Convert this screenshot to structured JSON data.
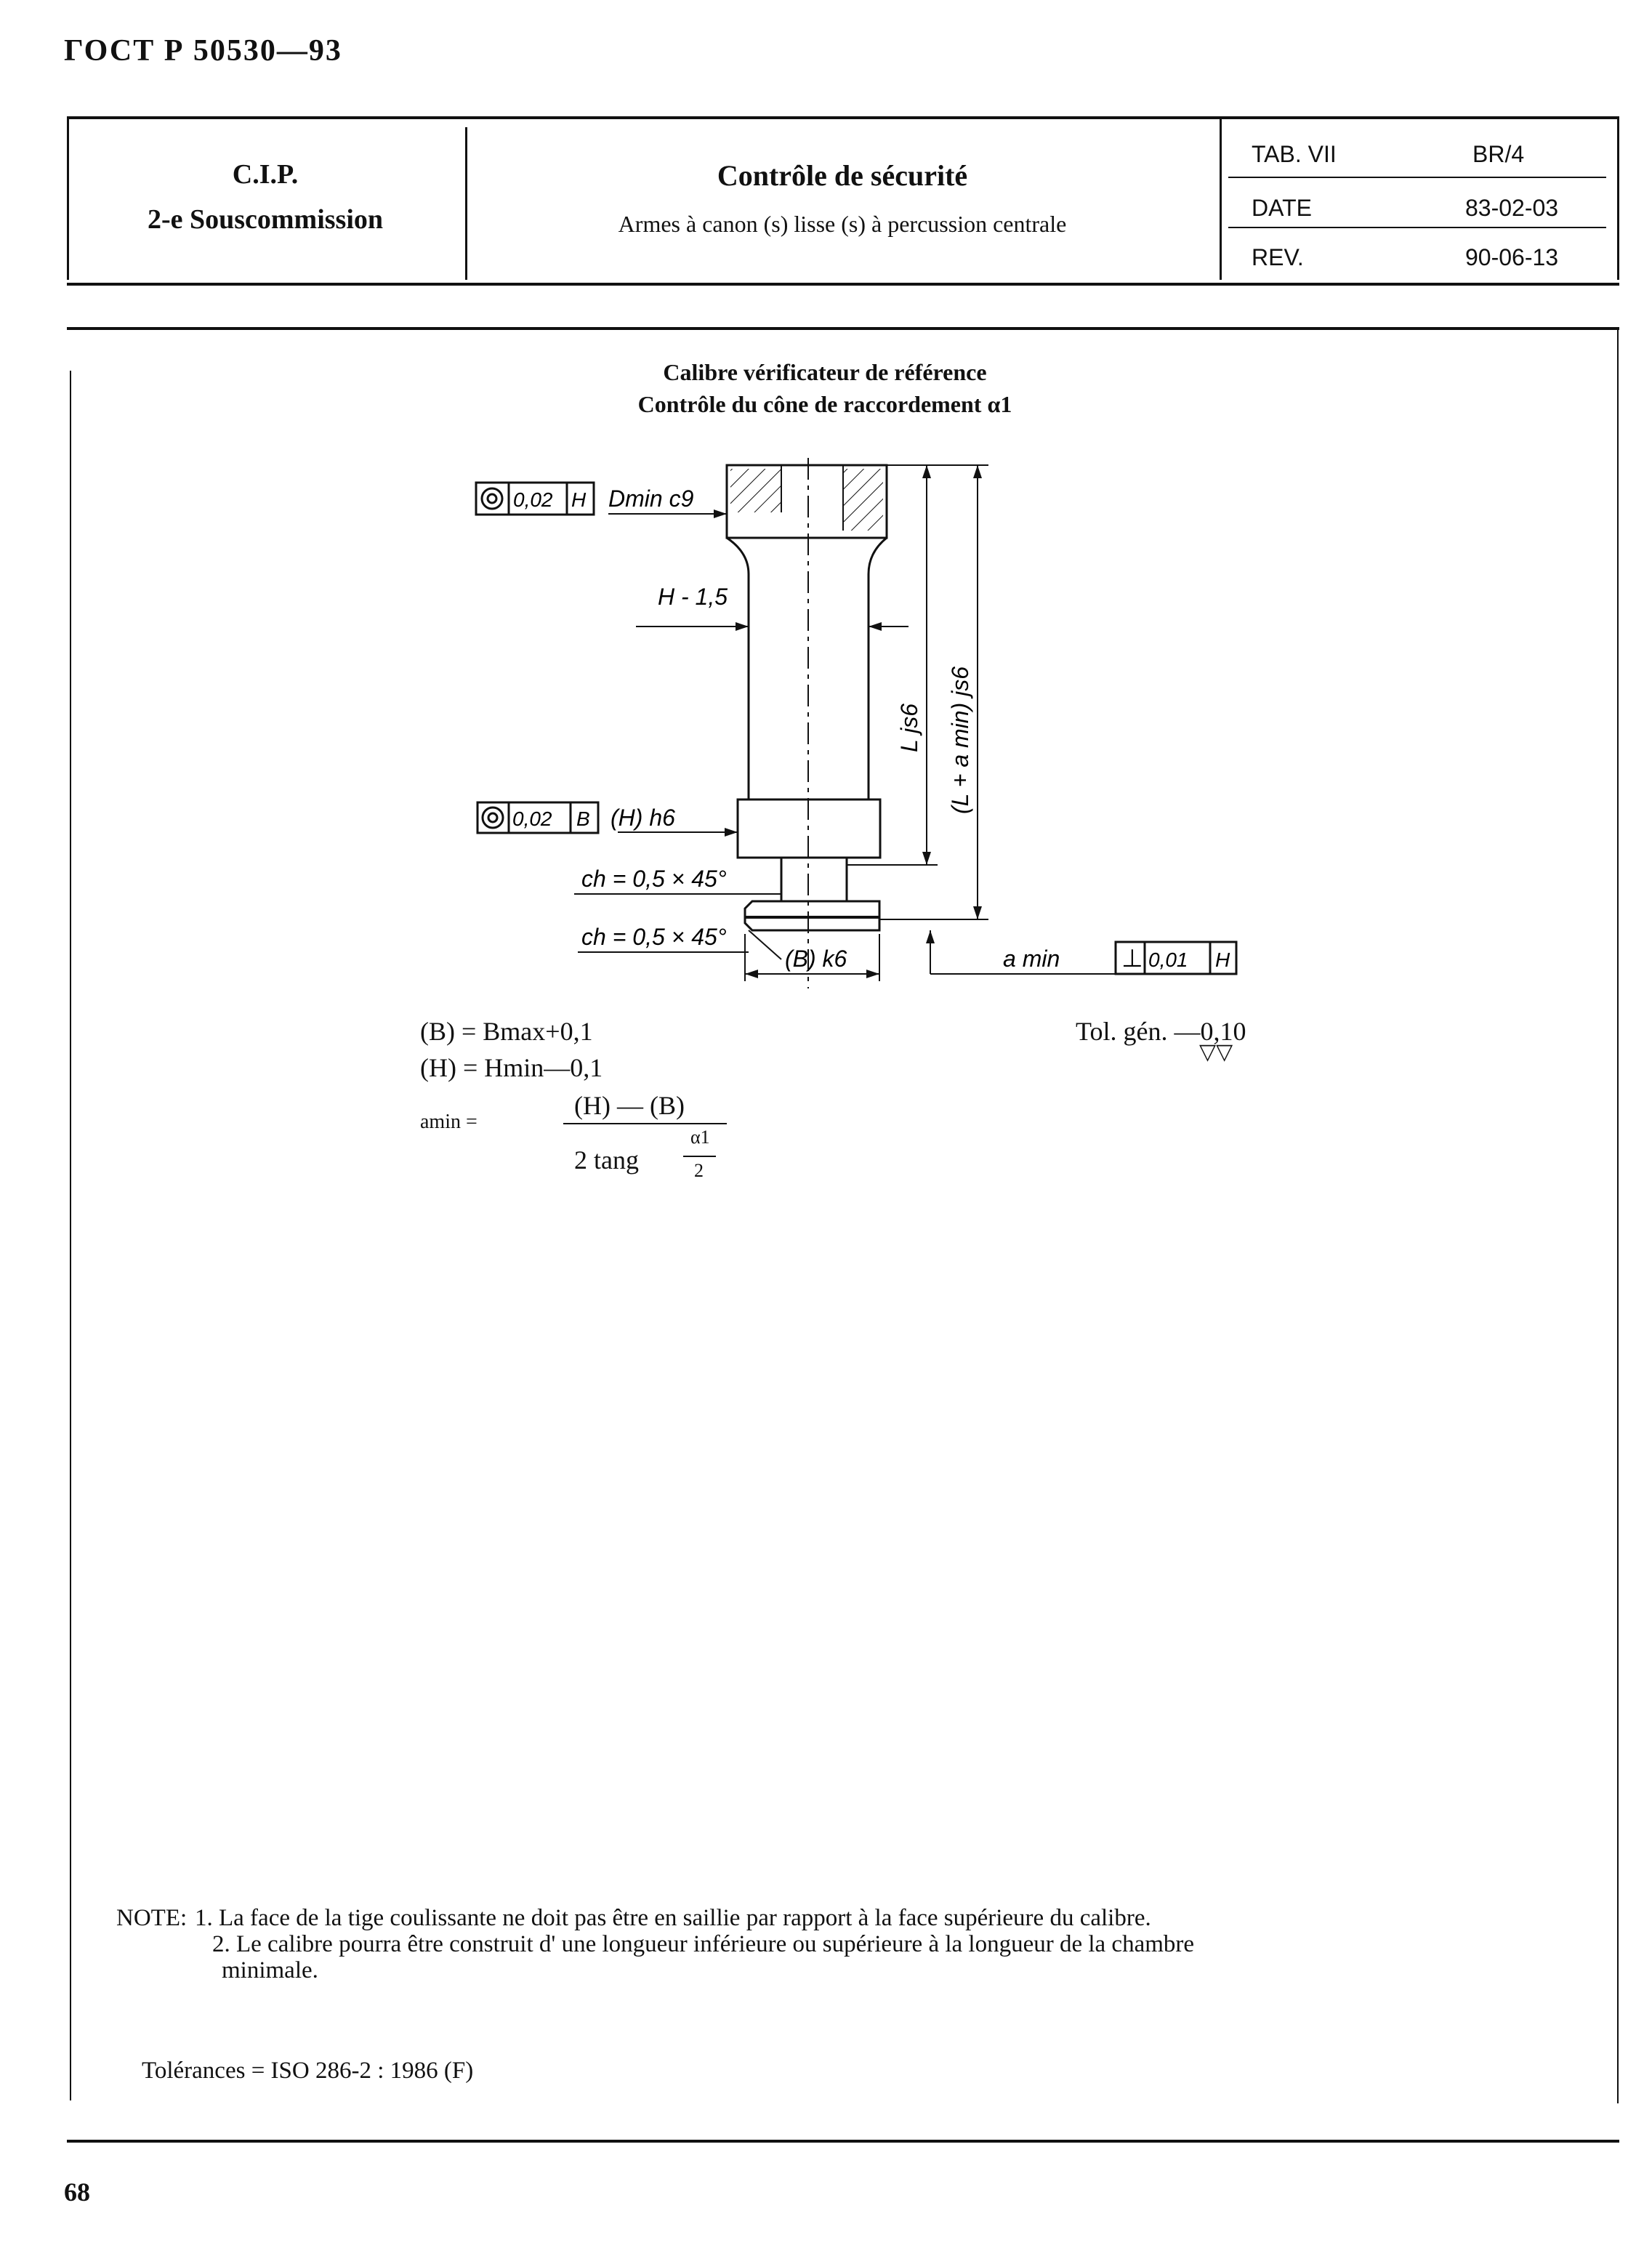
{
  "header": {
    "doc_id": "ГОСТ Р  50530—93",
    "left_line1": "C.I.P.",
    "left_line2": "2-e Souscommission",
    "center_title": "Contrôle de sécurité",
    "center_subtitle": "Armes à canon (s) lisse (s) à percussion centrale",
    "tab_label": "TAB. VII",
    "tab_value": "BR/4",
    "date_label": "DATE",
    "date_value": "83-02-03",
    "rev_label": "REV.",
    "rev_value": "90-06-13"
  },
  "drawing": {
    "caption_line1": "Calibre vérificateur de référence",
    "caption_line2": "Contrôle du cône de raccordement α1",
    "fcf_top_value": "0,02",
    "fcf_top_datum": "H",
    "label_dmin": "Dmin c9",
    "label_h_minus": "H - 1,5",
    "fcf_mid_value": "0,02",
    "fcf_mid_datum": "B",
    "label_h_h6": "(H) h6",
    "label_ch1": "ch = 0,5 × 45°",
    "label_ch2": "ch = 0,5 × 45°",
    "label_b_k6": "(B) k6",
    "label_l_js6": "L js6",
    "label_l_amin": "(L + a min) js6",
    "label_amin": "a min",
    "fcf_perp_symbol": "⊥",
    "fcf_perp_value": "0,01",
    "fcf_perp_datum": "H",
    "concentric_symbol": "◎"
  },
  "formulas": {
    "b_def": "(B) = Bmax+0,1",
    "h_def": "(H) = Hmin—0,1",
    "amin_label": "amin =",
    "numerator": "(H) — (B)",
    "denominator": "2 tang",
    "alpha": "α1",
    "two": "2",
    "tolerance": "Tol. gén. —0,10",
    "finish_symbols": "▽▽"
  },
  "notes": {
    "prefix": "NOTE:",
    "n1": "1. La face de la tige coulissante ne doit pas être en saillie par rapport à la face  supérieure du calibre.",
    "n2": "2.  Le calibre pourra être construit d' une longueur inférieure ou supérieure à la  longueur de la chambre",
    "n2b": "minimale.",
    "tolerances": "Tolérances = ISO 286-2 : 1986 (F)"
  },
  "page_number": "68"
}
